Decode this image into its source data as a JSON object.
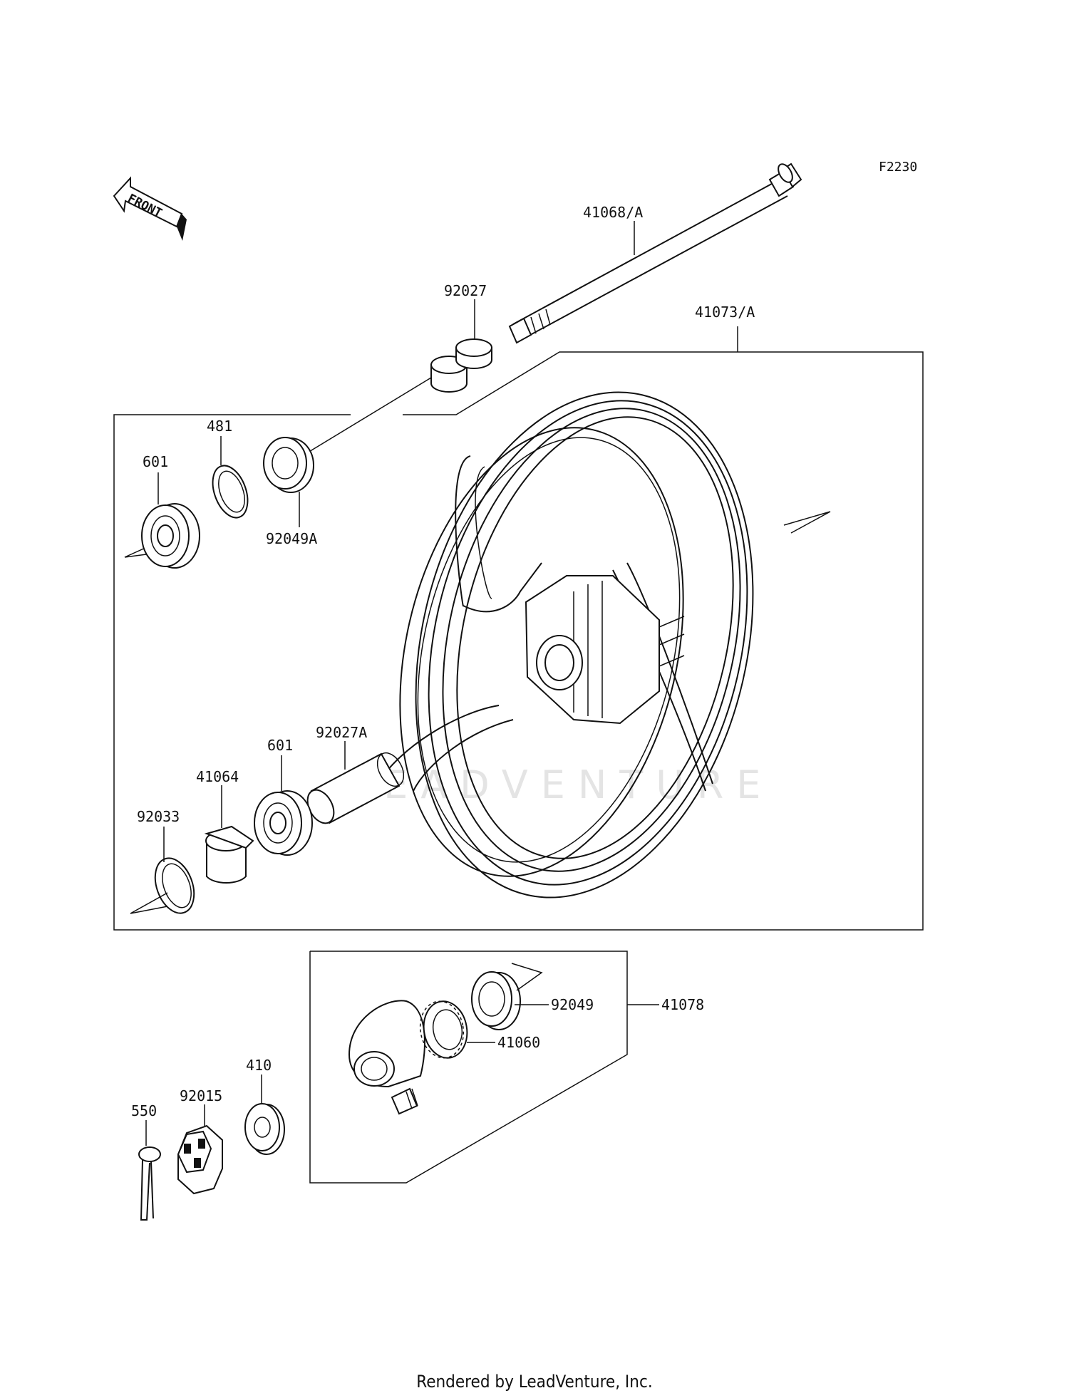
{
  "diagram": {
    "code": "F2230",
    "front_label": "FRONT",
    "watermark": "LEADVENTURE",
    "labels": {
      "p41068A": "41068/A",
      "p92027": "92027",
      "p41073A": "41073/A",
      "p481": "481",
      "p601_top": "601",
      "p92049A": "92049A",
      "p92027A": "92027A",
      "p601_bottom": "601",
      "p41064": "41064",
      "p92033": "92033",
      "p92049": "92049",
      "p41078": "41078",
      "p41060": "41060",
      "p410": "410",
      "p92015": "92015",
      "p550": "550"
    }
  },
  "footer": {
    "text": "Rendered by LeadVenture, Inc."
  }
}
